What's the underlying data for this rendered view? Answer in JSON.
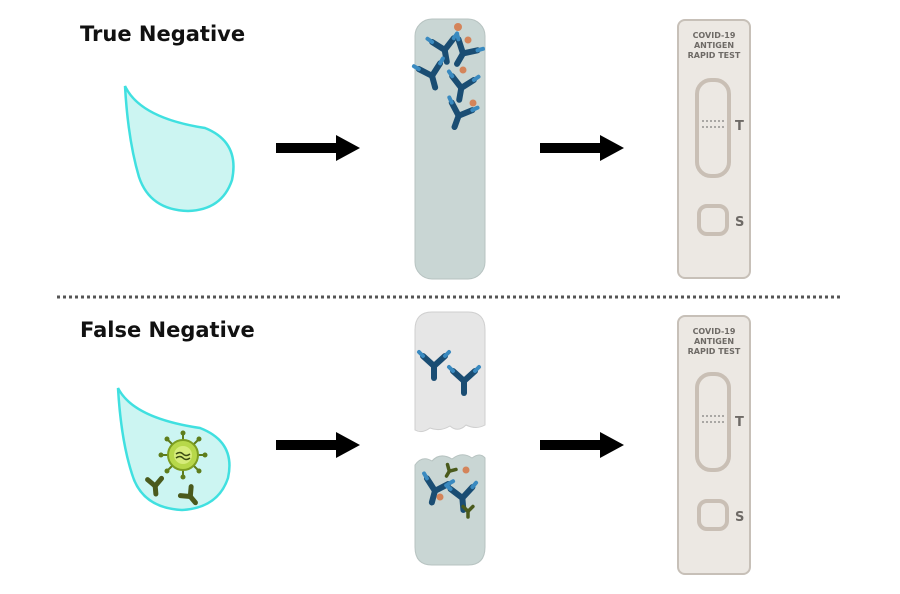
{
  "rows": [
    {
      "title": "True Negative",
      "kit": {
        "line1": "COVID-19",
        "line2": "ANTIGEN",
        "line3": "RAPID TEST",
        "t_label": "T",
        "s_label": "S"
      }
    },
    {
      "title": "False Negative",
      "kit": {
        "line1": "COVID-19",
        "line2": "ANTIGEN",
        "line3": "RAPID TEST",
        "t_label": "T",
        "s_label": "S"
      }
    }
  ],
  "colors": {
    "droplet_fill": "#ccf5f2",
    "droplet_stroke": "#40e0e0",
    "tube_fill": "#c9d6d4",
    "tube_empty_fill": "#e6e6e6",
    "antibody": "#1a4d73",
    "antibody_tip": "#3a8ac0",
    "antigen": "#d4845a",
    "virus": "#9ec23c",
    "kit_fill": "#ece8e3",
    "kit_stroke": "#c7c0b8",
    "arrow": "#000000",
    "divider": "#555555"
  },
  "icons": [
    "droplet-icon",
    "arrow-icon",
    "antibody-icon",
    "virus-icon",
    "test-kit-icon"
  ]
}
